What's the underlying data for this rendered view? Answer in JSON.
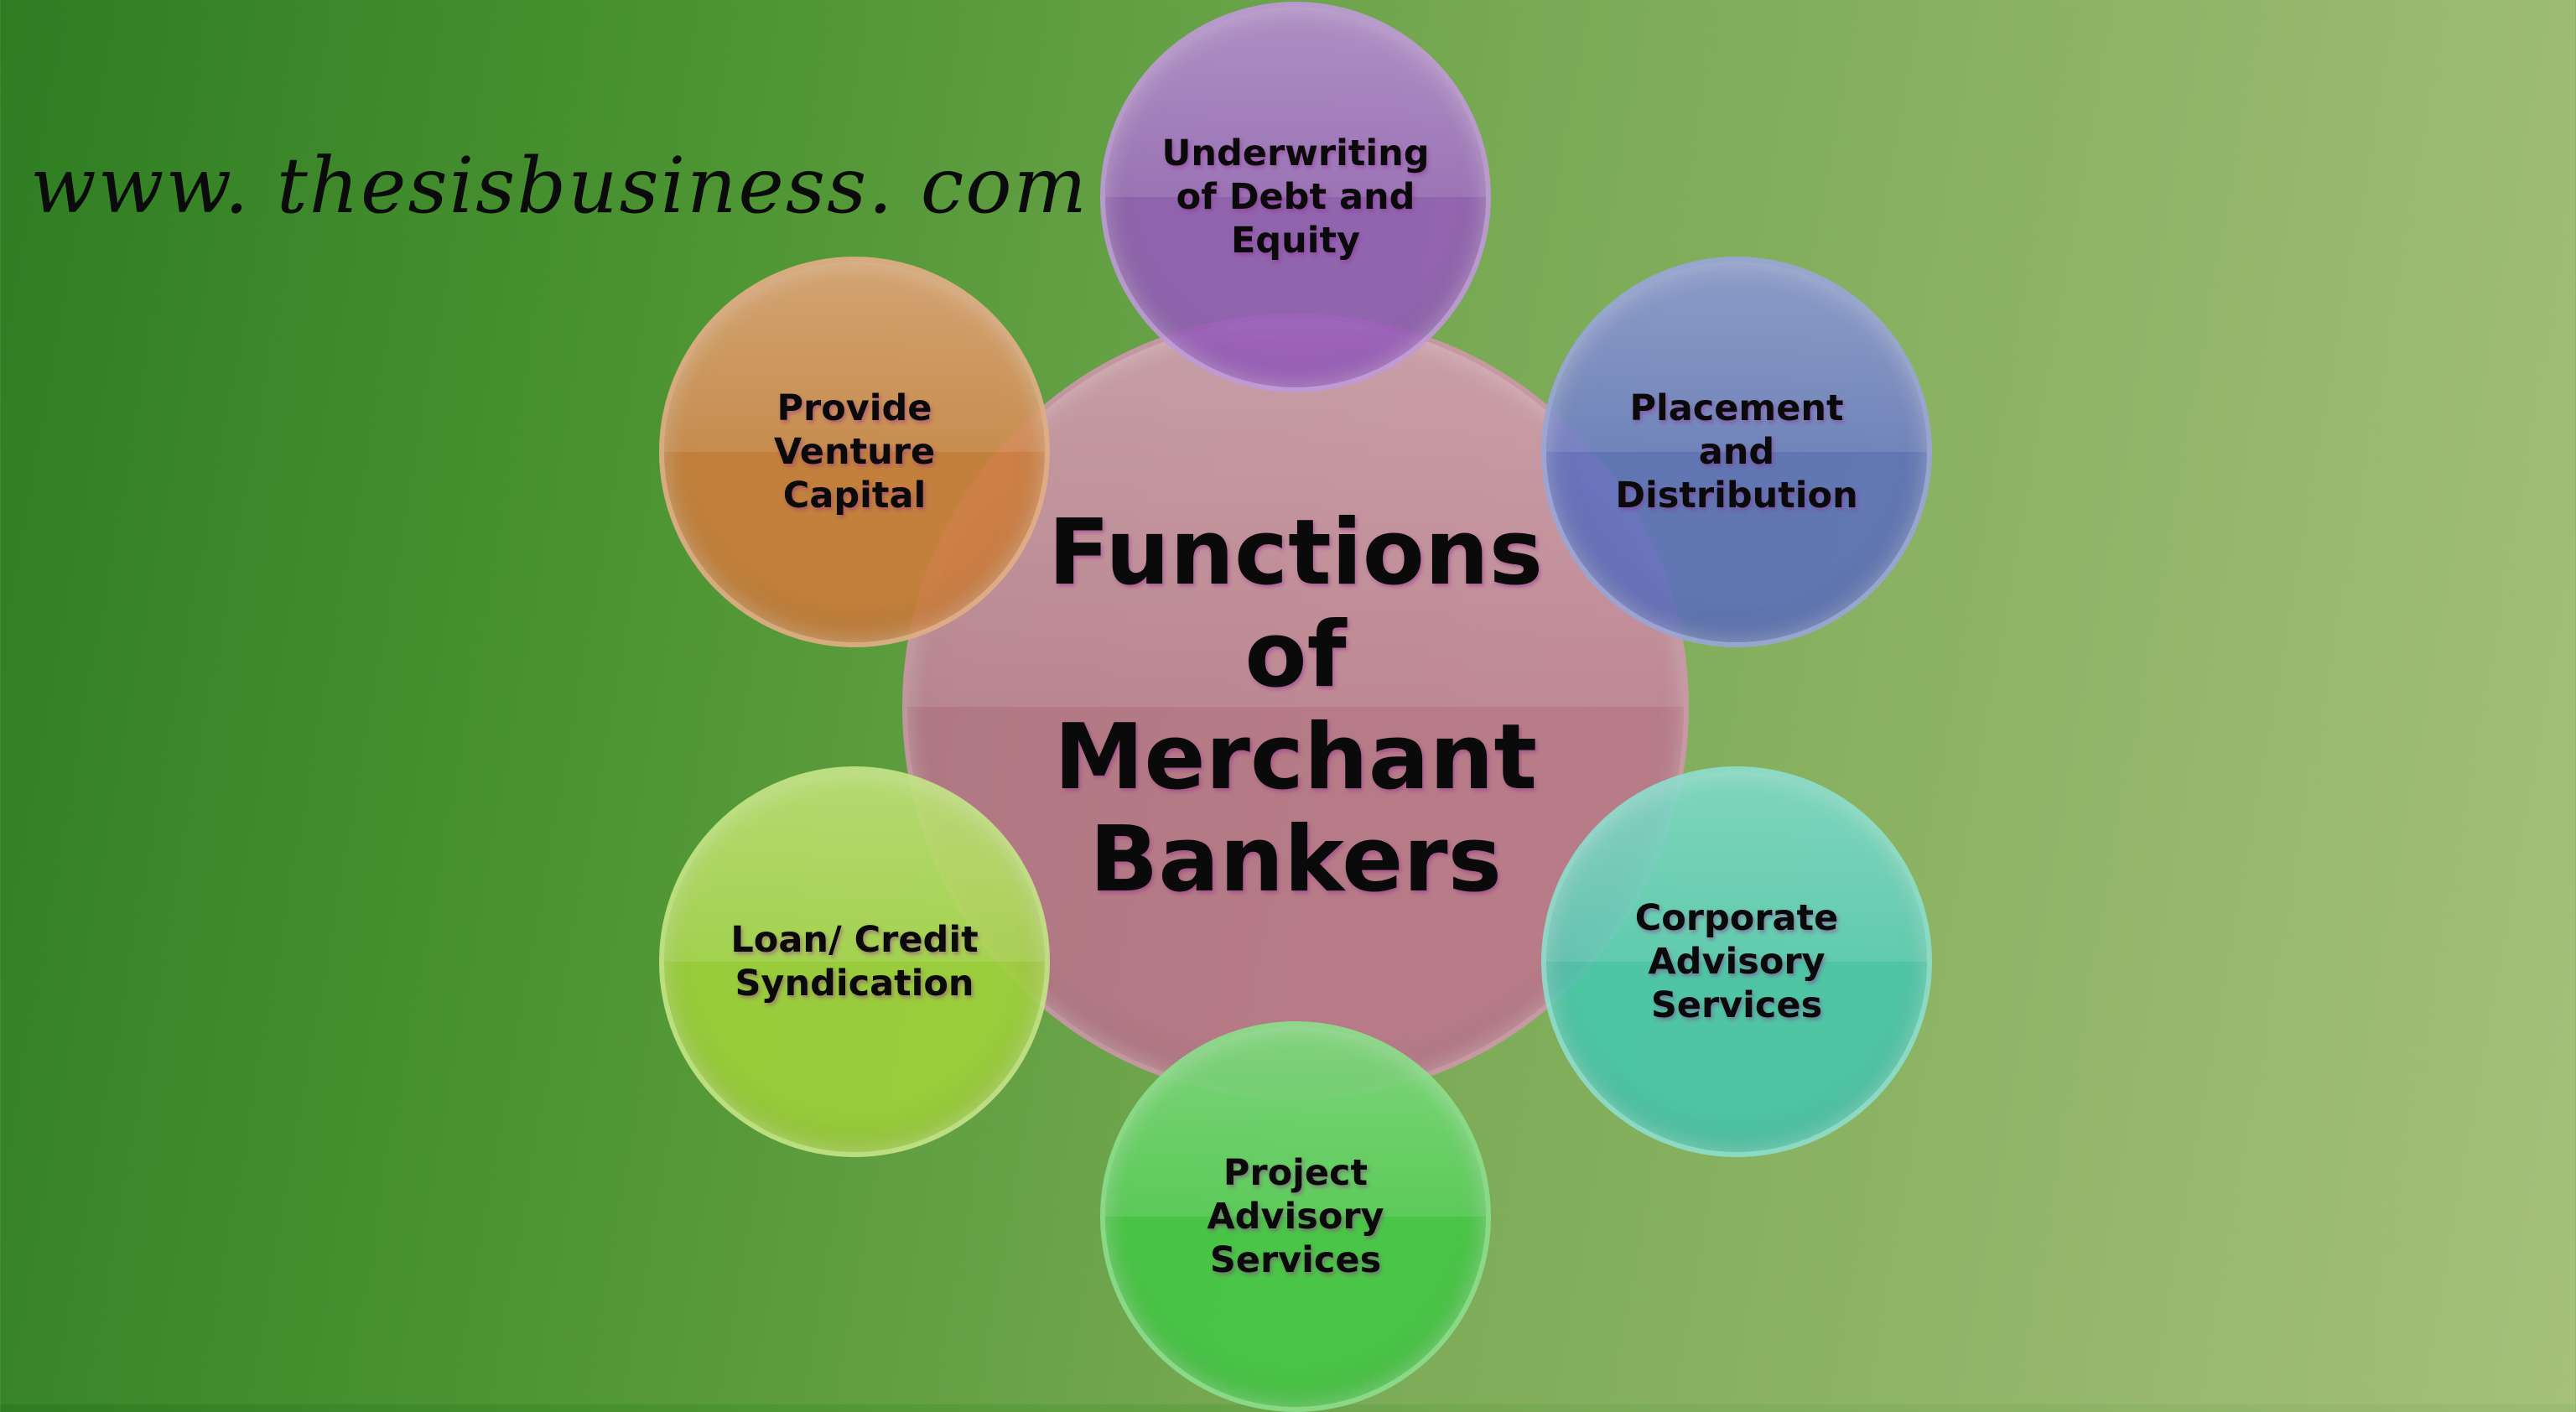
{
  "watermark": "www. thesisbusiness. com",
  "center": {
    "lines": [
      "Functions",
      "of",
      "Merchant",
      "Bankers"
    ]
  },
  "functions": [
    {
      "id": "underwriting",
      "lines": [
        "Underwriting",
        "of Debt and",
        "Equity"
      ],
      "color": "#965ABE"
    },
    {
      "id": "placement",
      "lines": [
        "Placement",
        "and",
        "Distribution"
      ],
      "color": "#5C6EBE"
    },
    {
      "id": "venture",
      "lines": [
        "Provide",
        "Venture",
        "Capital"
      ],
      "color": "#CD7D3C"
    },
    {
      "id": "corporate",
      "lines": [
        "Corporate",
        "Advisory",
        "Services"
      ],
      "color": "#46C8AF"
    },
    {
      "id": "loan",
      "lines": [
        "Loan/ Credit",
        "Syndication"
      ],
      "color": "#A0D23C"
    },
    {
      "id": "project",
      "lines": [
        "Project",
        "Advisory",
        "Services"
      ],
      "color": "#46C846"
    }
  ],
  "colors": {
    "center": "#C86E96",
    "background_left": "#2E7D22",
    "background_right": "#A6C07A"
  }
}
